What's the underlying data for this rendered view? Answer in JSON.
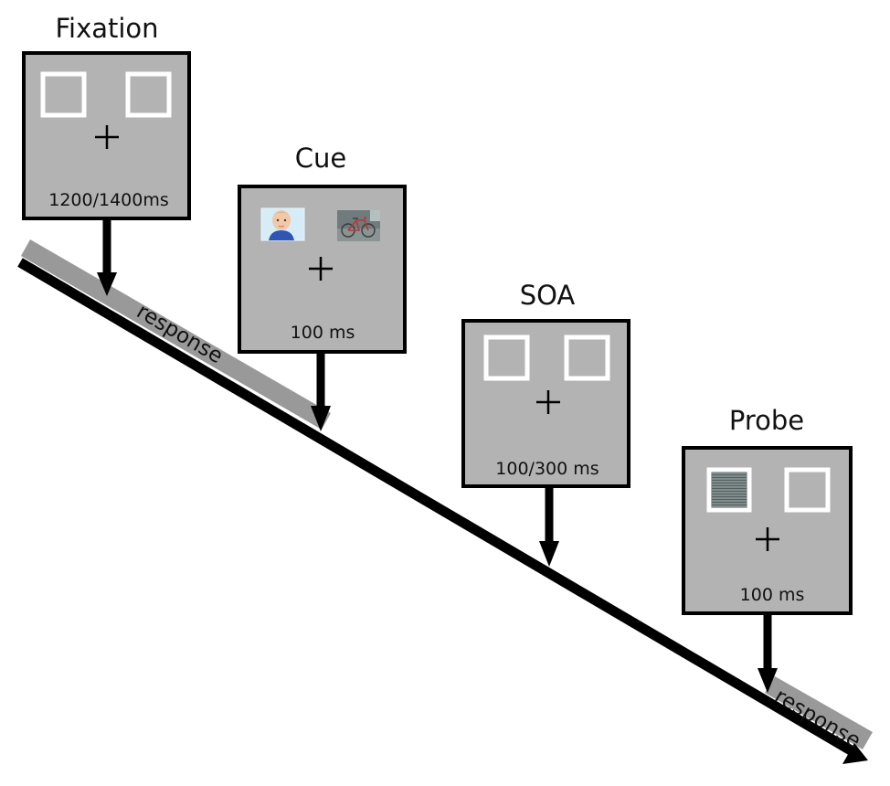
{
  "colors": {
    "frame_fill": "#b3b3b3",
    "frame_border": "#000000",
    "placeholder_border": "#ffffff",
    "response_band": "#999999",
    "timeline": "#000000"
  },
  "frames": [
    {
      "title": "Fixation",
      "duration": "1200/1400ms",
      "left": "placeholder",
      "right": "placeholder"
    },
    {
      "title": "Cue",
      "duration": "100 ms",
      "left": "photo-baby",
      "right": "photo-bicycle"
    },
    {
      "title": "SOA",
      "duration": "100/300 ms",
      "left": "placeholder",
      "right": "placeholder"
    },
    {
      "title": "Probe",
      "duration": "100 ms",
      "left": "grating",
      "right": "placeholder"
    }
  ],
  "responses": [
    {
      "label": "response"
    },
    {
      "label": "response"
    }
  ]
}
